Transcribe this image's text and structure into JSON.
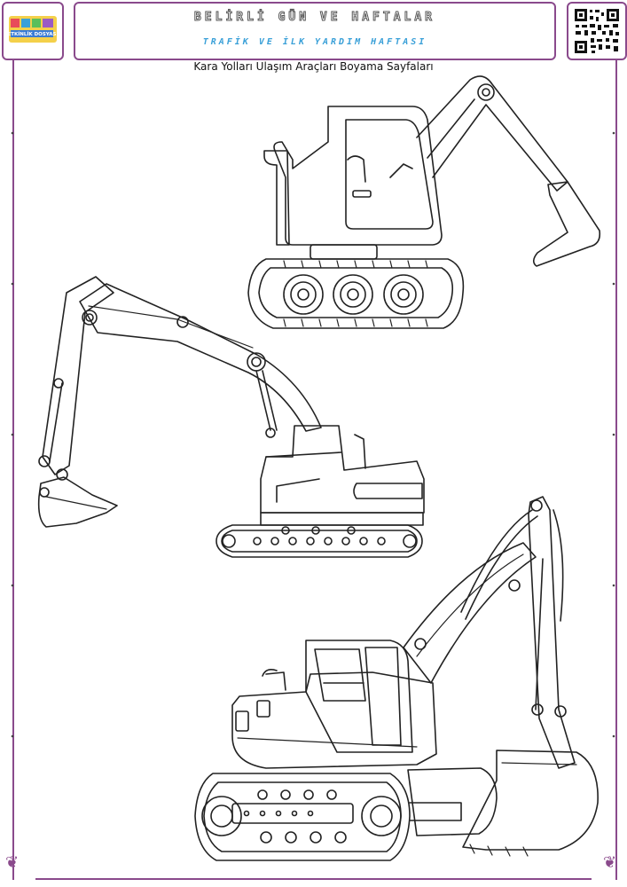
{
  "header": {
    "title": "BELİRLİ GÜN VE HAFTALAR",
    "subtitle": "TRAFİK VE İLK YARDIM HAFTASI"
  },
  "page_title": "Kara Yolları Ulaşım Araçları Boyama Sayfaları",
  "logo": {
    "text": "ETKİNLİK DOSYASI"
  },
  "icons": {
    "logo": "logo-icon",
    "qr": "qr-code-icon",
    "ornament": "heart-ornament-icon"
  },
  "colors": {
    "frame": "#8a4a8c",
    "subtitle": "#3aa0d8",
    "line": "#222222"
  }
}
